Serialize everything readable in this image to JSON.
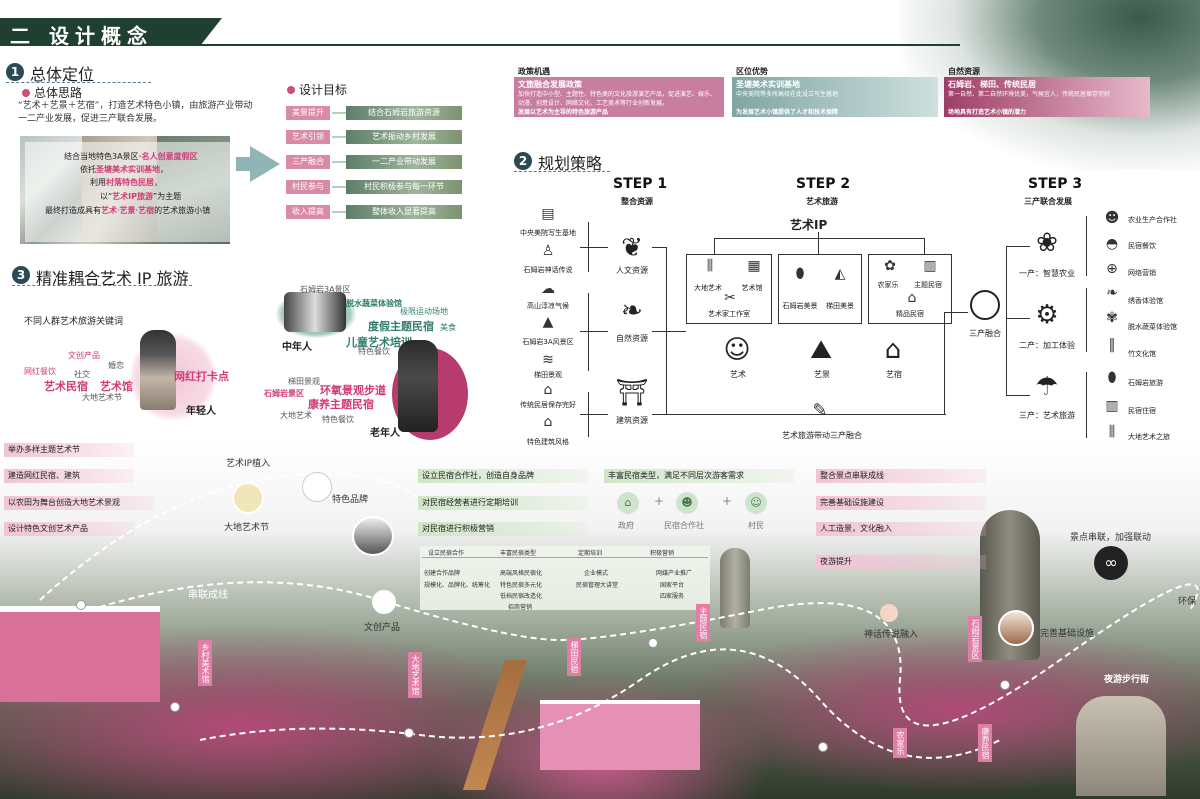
{
  "header": {
    "title": "二 设计概念"
  },
  "section1": {
    "number": "1",
    "title": "总体定位",
    "subtitle": "总体思路",
    "desc1": "“艺术＋艺景＋艺宿”，打造艺术特色小镇，由旅游产业带动",
    "desc2": "一二产业发展，促进三产联合发展。",
    "collage": {
      "l1a": "结合当地特色3A景区",
      "l1b": "·名人创意度假区",
      "l2a": "依托",
      "l2b": "圣塘美术实训基地",
      "l2c": "，",
      "l3a": "利用",
      "l3b": "村落特色民居",
      "l3c": "，",
      "l4a": "以“",
      "l4b": "艺术IP旅游",
      "l4c": "”为主题",
      "l5a": "最终打造成具有",
      "l5b": "艺术",
      "l5c": "·",
      "l5d": "艺景",
      "l5e": "·",
      "l5f": "艺宿",
      "l5g": "的艺术旅游小镇"
    },
    "goals_title": "设计目标",
    "goals": [
      {
        "tag": "美景提升",
        "bar": "结合石姆岩旅游资源"
      },
      {
        "tag": "艺术引领",
        "bar": "艺术振动乡村发展"
      },
      {
        "tag": "三产融合",
        "bar": "一二产业带动发展"
      },
      {
        "tag": "村民参与",
        "bar": "村民积极参与每一环节"
      },
      {
        "tag": "收入提高",
        "bar": "整体收入显著提高"
      }
    ]
  },
  "top_cards": [
    {
      "head": "政策机遇",
      "title": "文旅融合发展政策",
      "d1": "加快打造中小型、主题性、特色类的文化旅游演艺产品，促进演艺、娱乐、",
      "d2": "动漫、创意设计、网络文化、工艺美术等行业创新发展。",
      "d3": "发展以艺术为主导的特色旅游产品",
      "color": "#c77ea0"
    },
    {
      "head": "区位优势",
      "title": "圣塘美术实训基地",
      "d1": "中央美院等多所高校在此设立写生基地",
      "d2": "",
      "d3": "为发展艺术小镇提供了人才和技术保障",
      "color": "#7fa6a3"
    },
    {
      "head": "自然资源",
      "title": "石姆岩、梯田、传统民居",
      "d1": "第一自然、第二自然环境优美，气候宜人，传统民居保存完好",
      "d2": "",
      "d3": "场地具有打造艺术小镇的潜力",
      "color": "#9e3d66"
    }
  ],
  "section2": {
    "number": "2",
    "title": "规划策略",
    "step1": {
      "title": "STEP 1",
      "sub": "整合资源"
    },
    "step2": {
      "title": "STEP 2",
      "sub": "艺术旅游"
    },
    "step3": {
      "title": "STEP 3",
      "sub": "三产联合发展"
    },
    "left_items": [
      "中央美院写生基地",
      "石姆岩神话传说",
      "高山淳凉气候",
      "石姆岩3A风景区",
      "梯田景观",
      "传统民居保存完好",
      "特色建筑风格"
    ],
    "resources": [
      "人文资源",
      "自然资源",
      "建筑资源"
    ],
    "art_ip": "艺术IP",
    "box1": [
      "大地艺术",
      "艺术馆",
      "艺术家工作室"
    ],
    "box2": [
      "石姆岩美景",
      "梯田美景"
    ],
    "box3": [
      "农家乐",
      "主题民宿",
      "精品民宿"
    ],
    "pillars": [
      "艺术",
      "艺景",
      "艺宿"
    ],
    "bottom": "艺术旅游带动三产融合",
    "merge": "三产融合",
    "industries": [
      "一产：智慧农业",
      "二产：加工体验",
      "三产：艺术旅游"
    ],
    "ind_items": [
      "农业生产合作社",
      "民宿餐饮",
      "网络营销",
      "绣香体验馆",
      "脱水蔬菜体验馆",
      "竹文化馆",
      "石姆岩旅游",
      "民宿住宿",
      "大地艺术之旅"
    ]
  },
  "section3": {
    "number": "3",
    "title": "精准耦合艺术 IP 旅游",
    "kw_title": "不同人群艺术旅游关键词",
    "young": [
      "文创产品",
      "婚恋",
      "网红餐饮",
      "社交",
      "艺术民宿",
      "艺术馆",
      "大地艺术节",
      "网红打卡点"
    ],
    "young_lbl": "年轻人",
    "mid": [
      "石姆岩3A景区",
      "脱水蔬菜体验馆",
      "极限运动场地",
      "度假主题民宿",
      "美食",
      "儿童艺术培训"
    ],
    "mid_lbl": "中年人",
    "old": [
      "梯田景观",
      "特色餐饮",
      "石姆岩景区",
      "环氧景观步道",
      "康养主题民宿",
      "大地艺术",
      "特色餐饮"
    ],
    "old_lbl": "老年人"
  },
  "landscape": {
    "left_bars": [
      "举办多样主题艺术节",
      "建造网红民宿、建筑",
      "以农田为舞台创造大地艺术景观",
      "设计特色文创艺术产品"
    ],
    "mid_bars": [
      "设立民宿合作社，创造自身品牌",
      "对民宿经营者进行定期培训",
      "对民宿进行积极营销"
    ],
    "center_head": "丰富民宿类型，满足不同层次游客需求",
    "roles": [
      "政府",
      "民宿合作社",
      "村民"
    ],
    "table_head": [
      "设立民宿合作",
      "丰富民宿类型",
      "定期培训",
      "积极营销"
    ],
    "table_rows": [
      [
        "创建合作品牌",
        "高端风格民宿化",
        "企业模式",
        "网媒产业推广"
      ],
      [
        "规模化、品牌化、统筹化",
        "特色民宿多元化",
        "民宿管理大讲堂",
        "国家平台"
      ],
      [
        "",
        "低档民宿改造化",
        "",
        "四家服务"
      ],
      [
        "",
        "招商营销",
        "",
        ""
      ]
    ],
    "right_bars": [
      "整合景点串联成线",
      "完善基础设施建设",
      "人工造景，文化融入",
      "夜游提升"
    ],
    "labels": [
      "艺术IP植入",
      "大地艺术节",
      "特色品牌",
      "串联成线",
      "文创产品",
      "神话传说融入",
      "完善基础设施",
      "景点串联，加强联动",
      "夜游步行街",
      "环保"
    ],
    "vlabels": [
      "乡村美术馆",
      "大地艺术馆",
      "梯田民宿",
      "主题民宿",
      "石姆岩景区",
      "农家乐",
      "康养民宿"
    ]
  },
  "colors": {
    "dark_green": "#1f4030",
    "pink": "#d13b76",
    "teal": "#2c4a56"
  }
}
